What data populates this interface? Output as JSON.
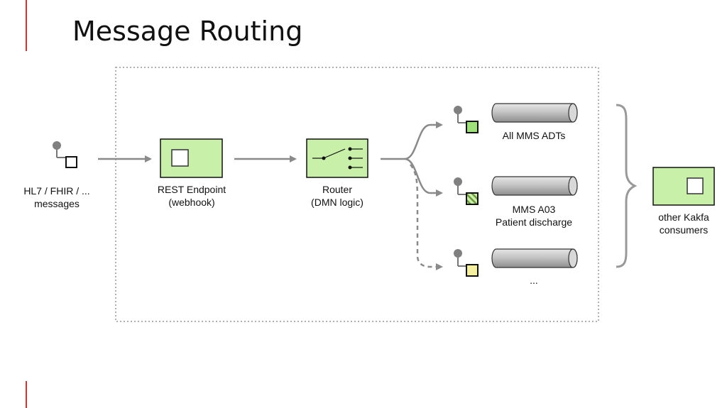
{
  "slide": {
    "title": "Message Routing",
    "accent_color": "#d9312c"
  },
  "diagram": {
    "source": {
      "label_line1": "HL7 / FHIR / ...",
      "label_line2": "messages"
    },
    "endpoint": {
      "label_line1": "REST Endpoint",
      "label_line2": "(webhook)"
    },
    "router": {
      "label_line1": "Router",
      "label_line2": "(DMN logic)"
    },
    "channels": [
      {
        "label_line1": "All MMS ADTs",
        "label_line2": ""
      },
      {
        "label_line1": "MMS A03",
        "label_line2": "Patient discharge"
      },
      {
        "label_line1": "...",
        "label_line2": ""
      }
    ],
    "consumers": {
      "label_line1": "other Kakfa",
      "label_line2": "consumers"
    }
  },
  "colors": {
    "component_fill": "#c8f0a8",
    "pattern_fill": "#d4f0a0",
    "yellow_port": "#f5f0a0",
    "arrow": "#8a8a8a",
    "pipe": "#b8b8b8",
    "frame": "#b0b0b0"
  }
}
